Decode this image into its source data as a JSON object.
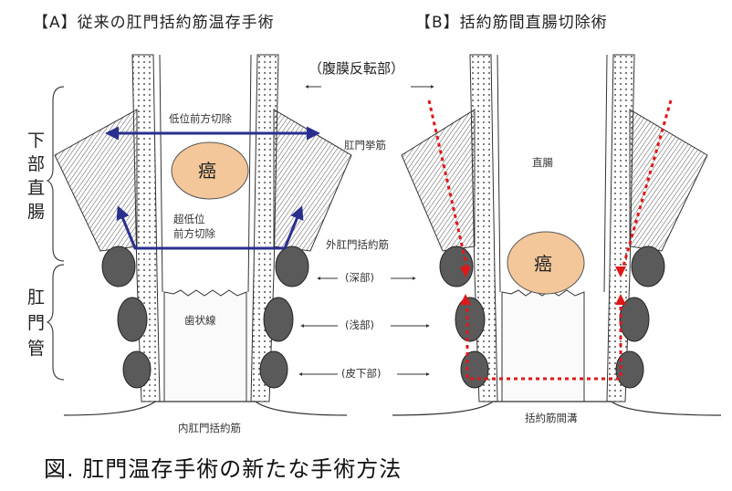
{
  "panel_a": {
    "title": "【A】従来の肛門括約筋温存手術",
    "cancer": "癌",
    "low_resection": "低位前方切除",
    "ultra_low_resection_1": "超低位",
    "ultra_low_resection_2": "前方切除"
  },
  "panel_b": {
    "title": "【B】括約筋間直腸切除術",
    "cancer": "癌",
    "rectum": "直腸"
  },
  "labels": {
    "peritoneal_reflection": "（腹膜反転部）",
    "levator_ani": "肛門挙筋",
    "external_sphincter": "外肛門括約筋",
    "deep": "(深部)",
    "superficial": "(浅部)",
    "subcutaneous": "(皮下部)",
    "dentate_line": "歯状線",
    "internal_sphincter": "内肛門括約筋",
    "intersphincteric_groove": "括約筋間溝",
    "lower_rectum_chars": [
      "下",
      "部",
      "直",
      "腸"
    ],
    "anal_canal_chars": [
      "肛",
      "門",
      "管"
    ]
  },
  "caption": "図. 肛門温存手術の新たな手術方法",
  "colors": {
    "arrow_blue": "#2a2f8f",
    "tumor_fill": "#f3c79a",
    "cut_red": "#e01818"
  }
}
